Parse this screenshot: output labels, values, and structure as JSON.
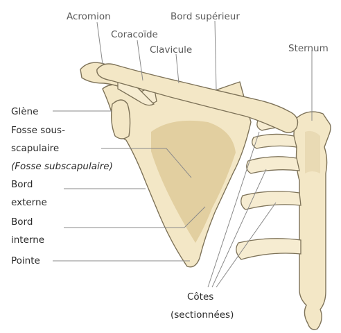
{
  "title": "",
  "colors": {
    "bone_fill": "#f3e7c6",
    "bone_outline": "#7d7258",
    "fossa_fill": "#e2cfa0",
    "label_text": "#2a2a2a",
    "leader_line": "#8a8a8a"
  },
  "labels": {
    "acromion": "Acromion",
    "coracoide": "Coracoïde",
    "bord_superieur_bold": "Bord",
    "bord_superieur_rest": " supérieur",
    "clavicule": "Clavicule",
    "sternum": "Sternum",
    "glene": "Glène",
    "fosse_line1": "Fosse sous-",
    "fosse_line2": "scapulaire",
    "fosse_line3": "(Fosse subscapulaire)",
    "bord_externe_line1": "Bord",
    "bord_externe_line2": "externe",
    "bord_interne_line1": "Bord",
    "bord_interne_line2": "interne",
    "pointe": "Pointe",
    "cotes_line1": "Côtes",
    "cotes_line2": "(sectionnées)"
  }
}
